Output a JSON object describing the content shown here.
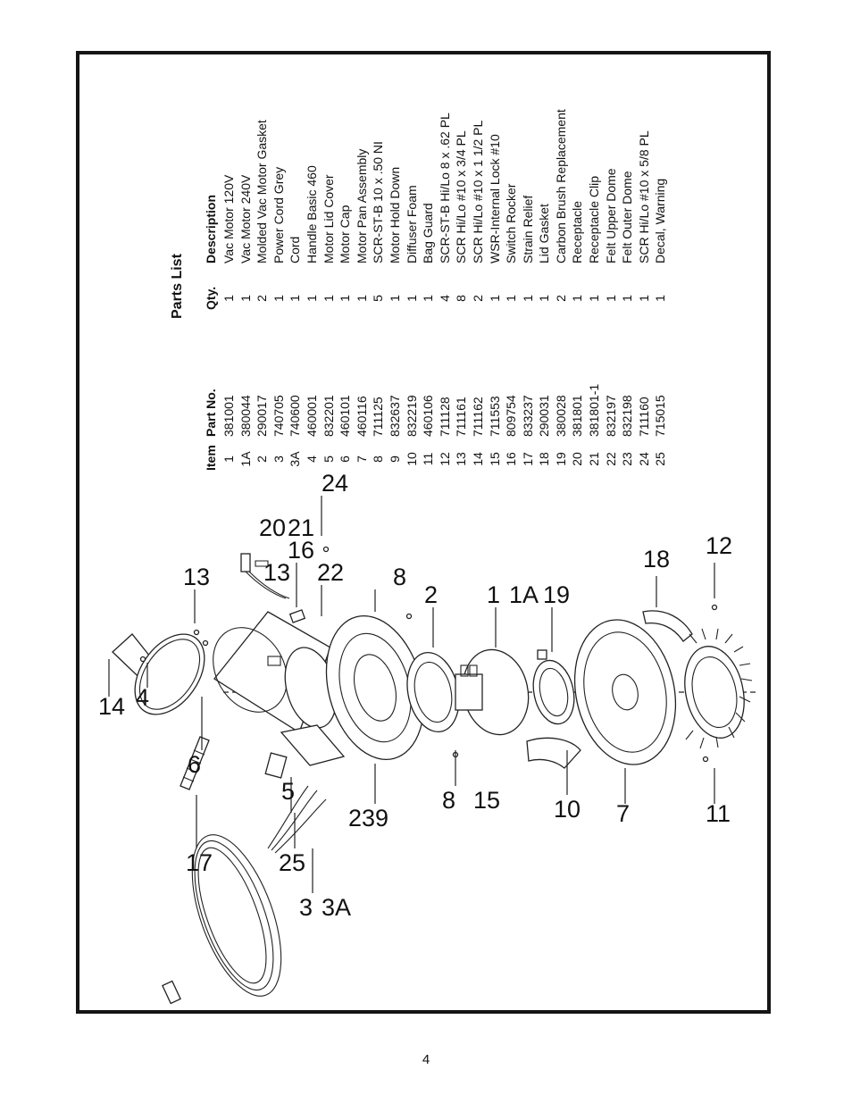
{
  "page_number": "4",
  "parts_list": {
    "title": "Parts List",
    "headers": {
      "item": "Item",
      "part_no": "Part No.",
      "qty": "Qty.",
      "description": "Description"
    },
    "rows": [
      {
        "item": "1",
        "part_no": "381001",
        "qty": "1",
        "description": "Vac Motor 120V"
      },
      {
        "item": "1A",
        "part_no": "380044",
        "qty": "1",
        "description": "Vac Motor 240V"
      },
      {
        "item": "2",
        "part_no": "290017",
        "qty": "2",
        "description": "Molded Vac Motor Gasket"
      },
      {
        "item": "3",
        "part_no": "740705",
        "qty": "1",
        "description": "Power Cord Grey"
      },
      {
        "item": "3A",
        "part_no": "740600",
        "qty": "1",
        "description": "Cord"
      },
      {
        "item": "4",
        "part_no": "460001",
        "qty": "1",
        "description": "Handle Basic 460"
      },
      {
        "item": "5",
        "part_no": "832201",
        "qty": "1",
        "description": "Motor Lid Cover"
      },
      {
        "item": "6",
        "part_no": "460101",
        "qty": "1",
        "description": "Motor Cap"
      },
      {
        "item": "7",
        "part_no": "460116",
        "qty": "1",
        "description": "Motor Pan Assembly"
      },
      {
        "item": "8",
        "part_no": "711125",
        "qty": "5",
        "description": "SCR-ST-B 10 x .50 NI"
      },
      {
        "item": "9",
        "part_no": "832637",
        "qty": "1",
        "description": "Motor Hold Down"
      },
      {
        "item": "10",
        "part_no": "832219",
        "qty": "1",
        "description": "Diffuser Foam"
      },
      {
        "item": "11",
        "part_no": "460106",
        "qty": "1",
        "description": "Bag Guard"
      },
      {
        "item": "12",
        "part_no": "711128",
        "qty": "4",
        "description": "SCR-ST-B Hi/Lo 8 x .62 PL"
      },
      {
        "item": "13",
        "part_no": "711161",
        "qty": "8",
        "description": "SCR Hi/Lo #10 x 3/4 PL"
      },
      {
        "item": "14",
        "part_no": "711162",
        "qty": "2",
        "description": "SCR Hi/Lo #10 x 1 1/2 PL"
      },
      {
        "item": "15",
        "part_no": "711553",
        "qty": "1",
        "description": "WSR-Internal Lock #10"
      },
      {
        "item": "16",
        "part_no": "809754",
        "qty": "1",
        "description": "Switch Rocker"
      },
      {
        "item": "17",
        "part_no": "833237",
        "qty": "1",
        "description": "Strain Relief"
      },
      {
        "item": "18",
        "part_no": "290031",
        "qty": "1",
        "description": "Lid Gasket"
      },
      {
        "item": "19",
        "part_no": "380028",
        "qty": "2",
        "description": "Carbon Brush Replacement"
      },
      {
        "item": "20",
        "part_no": "381801",
        "qty": "1",
        "description": "Receptacle"
      },
      {
        "item": "21",
        "part_no": "381801-1",
        "qty": "1",
        "description": "Receptacle Clip"
      },
      {
        "item": "22",
        "part_no": "832197",
        "qty": "1",
        "description": "Felt Upper Dome"
      },
      {
        "item": "23",
        "part_no": "832198",
        "qty": "1",
        "description": "Felt Outer Dome"
      },
      {
        "item": "24",
        "part_no": "711160",
        "qty": "1",
        "description": "SCR Hi/Lo #10 x 5/8 PL"
      },
      {
        "item": "25",
        "part_no": "715015",
        "qty": "1",
        "description": "Decal, Warning"
      }
    ]
  },
  "diagram": {
    "callouts": {
      "c1": "1",
      "c1a": "1A",
      "c2": "2",
      "c3": "3",
      "c3a": "3A",
      "c4": "4",
      "c5": "5",
      "c6": "6",
      "c7": "7",
      "c8a": "8",
      "c8b": "8",
      "c9": "9",
      "c10": "10",
      "c11": "11",
      "c12": "12",
      "c13a": "13",
      "c13b": "13",
      "c14": "14",
      "c15": "15",
      "c16": "16",
      "c17": "17",
      "c18": "18",
      "c19": "19",
      "c20": "20",
      "c21": "21",
      "c22": "22",
      "c23": "23",
      "c24": "24",
      "c25": "25"
    }
  }
}
